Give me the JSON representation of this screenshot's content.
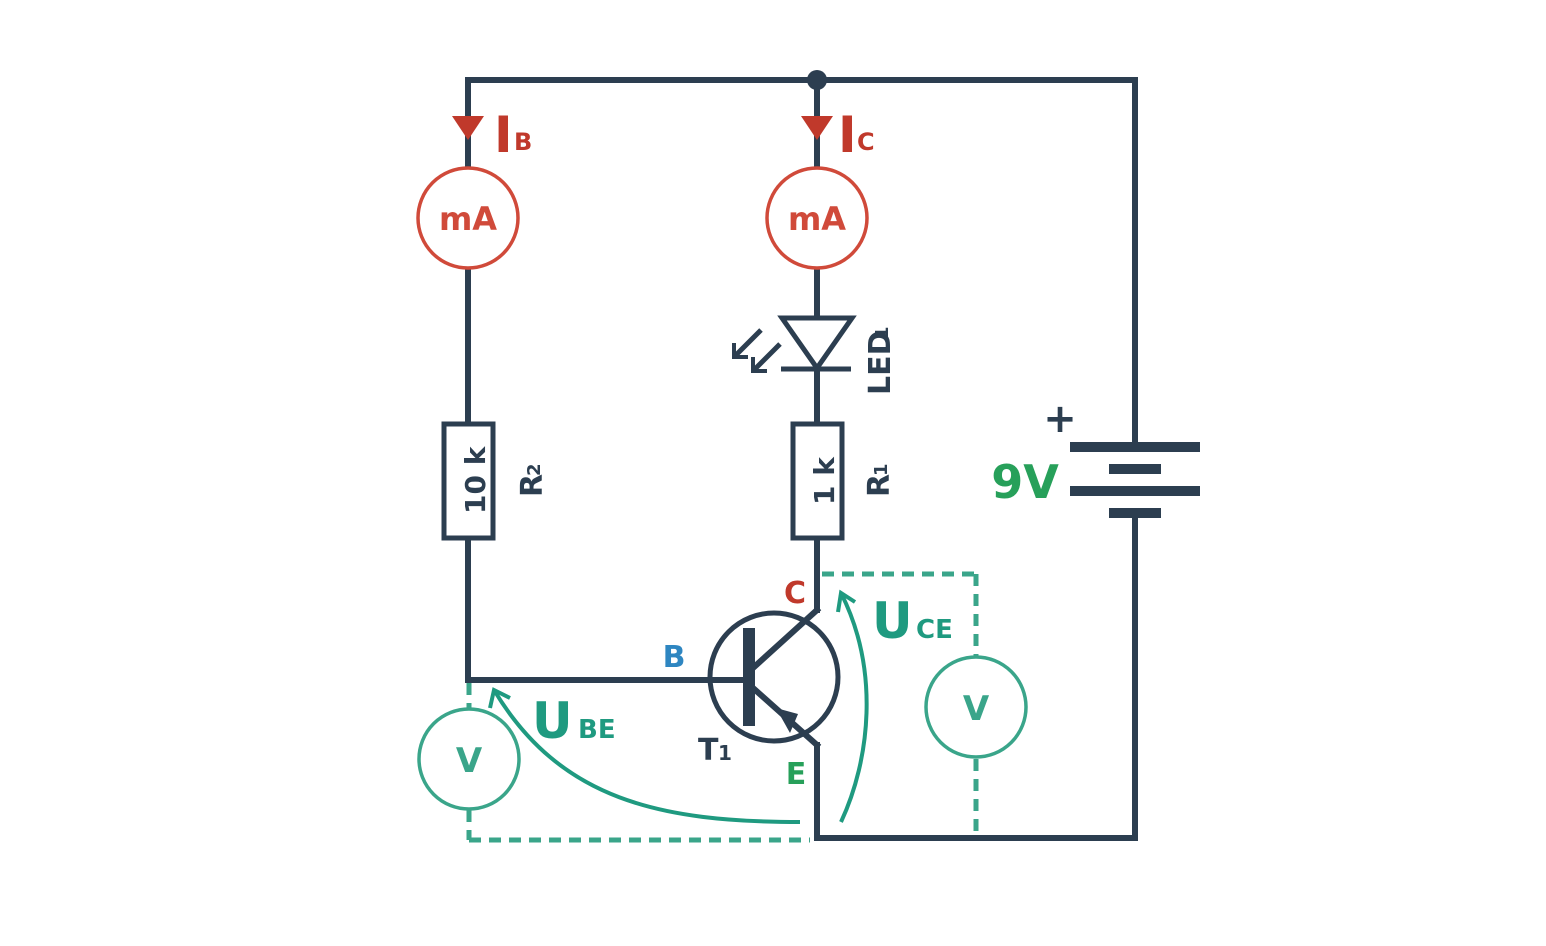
{
  "diagram": {
    "type": "transistor-measurement-circuit",
    "colors": {
      "wire": "#2c3e50",
      "current": "#c0392b",
      "ammeter": "#d04a3a",
      "voltmeter": "#3aa58a",
      "voltage_label": "#1f9a80",
      "base_label": "#2e86c1",
      "emitter_label": "#27a05a",
      "supply_label": "#27a05a"
    },
    "currents": {
      "base": {
        "main": "I",
        "sub": "B"
      },
      "collector": {
        "main": "I",
        "sub": "C"
      }
    },
    "ammeters": {
      "base": "mA",
      "collector": "mA"
    },
    "led": {
      "main": "LED",
      "sub": "1"
    },
    "resistors": {
      "r1": {
        "value": "1 k",
        "name_main": "R",
        "name_sub": "1"
      },
      "r2": {
        "value": "10 k",
        "name_main": "R",
        "name_sub": "2"
      }
    },
    "battery": {
      "voltage": "9V",
      "polarity": "+"
    },
    "transistor": {
      "name_main": "T",
      "name_sub": "1",
      "collector": "C",
      "base": "B",
      "emitter": "E"
    },
    "voltages": {
      "ube": {
        "main": "U",
        "sub": "BE"
      },
      "uce": {
        "main": "U",
        "sub": "CE"
      }
    },
    "voltmeters": {
      "ube": "V",
      "uce": "V"
    }
  }
}
